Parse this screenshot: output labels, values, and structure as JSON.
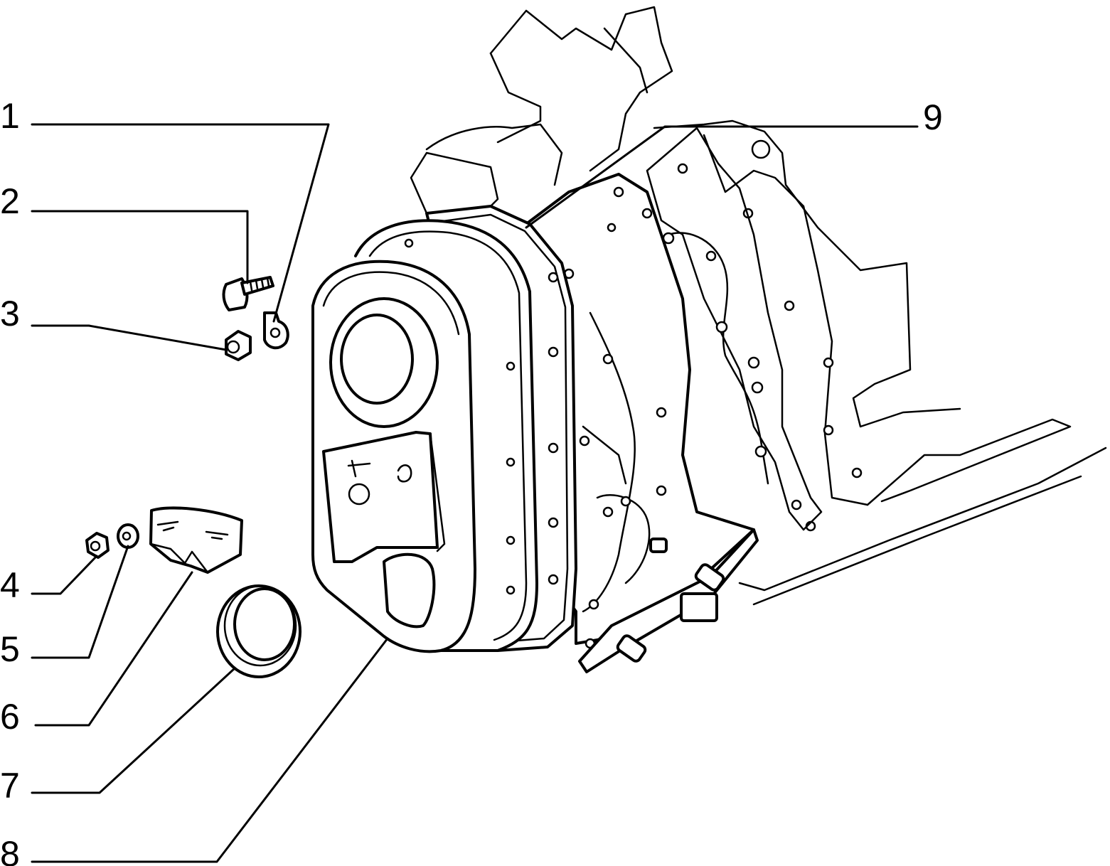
{
  "callouts": [
    {
      "number": "1",
      "part_icon": "lock-tab-washer-icon"
    },
    {
      "number": "2",
      "part_icon": "bolt-icon"
    },
    {
      "number": "3",
      "part_icon": "nut-icon"
    },
    {
      "number": "4",
      "part_icon": "small-nut-icon"
    },
    {
      "number": "5",
      "part_icon": "washer-icon"
    },
    {
      "number": "6",
      "part_icon": "bracket-icon"
    },
    {
      "number": "7",
      "part_icon": "oil-seal-ring-icon"
    },
    {
      "number": "8",
      "part_icon": "timing-belt-cover-icon"
    },
    {
      "number": "9",
      "part_icon": "gasket-icon"
    }
  ]
}
